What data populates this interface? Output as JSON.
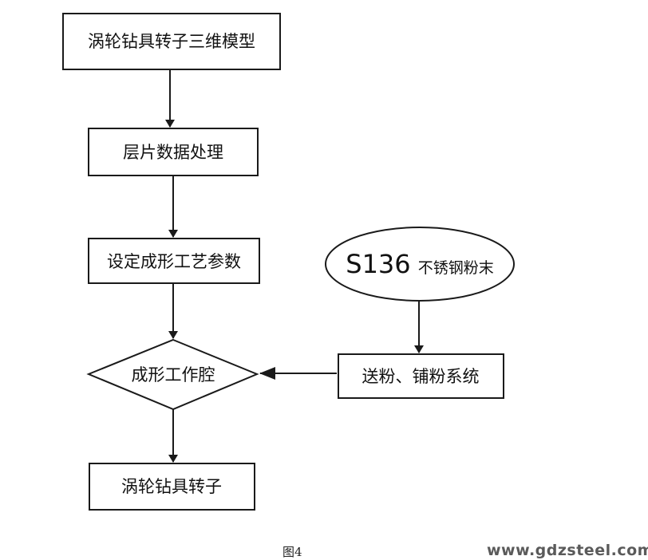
{
  "nodes": {
    "model": "涡轮钻具转子三维模型",
    "slice": "层片数据处理",
    "params": "设定成形工艺参数",
    "chamber": "成形工作腔",
    "rotor": "涡轮钻具转子",
    "powder_prefix": "S136",
    "powder_suffix": "不锈钢粉末",
    "feed": "送粉、铺粉系统"
  },
  "caption": "图4",
  "watermark": "www.gdzsteel.com"
}
